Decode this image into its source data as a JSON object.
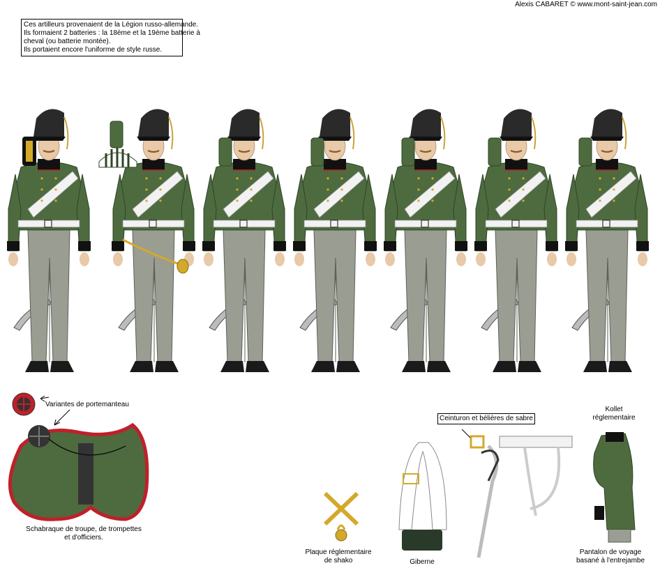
{
  "credit": "Alexis CABARET © www.mont-saint-jean.com",
  "intro": [
    "Ces artilleurs provenaient de la Légion russo-allemande.",
    "Ils formaient 2 batteries : la 18ème et la 19ème batterie à",
    "cheval (ou batterie montée).",
    "Ils portaient encore l'uniforme de style russe."
  ],
  "labels": {
    "portemanteau": "Variantes de portemanteau",
    "schabraque_1": "Schabraque de troupe, de trompettes",
    "schabraque_2": "et d'officiers.",
    "plaque_1": "Plaque réglementaire",
    "plaque_2": "de shako",
    "giberne": "Giberne",
    "ceinturon": "Ceinturon et bélières de sabre",
    "kollet_1": "Kollet",
    "kollet_2": "réglementaire",
    "pantalon_1": "Pantalon de voyage",
    "pantalon_2": "basané à l'entrejambe"
  },
  "colors": {
    "coat": "#4d6b3f",
    "coat_dark": "#2f4527",
    "trouser": "#9a9d92",
    "shako": "#2a2a2a",
    "facing": "#111111",
    "piping": "#c0202a",
    "belt": "#f2f2f2",
    "skin": "#e8c9a8",
    "brass": "#d4a92a"
  },
  "icons": [
    "soldier-figure",
    "shako-icon",
    "epaulette-icon",
    "saddle-cloth-icon",
    "cannon-plate-icon",
    "cartridge-pouch-icon",
    "sabre-belt-icon",
    "kollet-icon"
  ]
}
